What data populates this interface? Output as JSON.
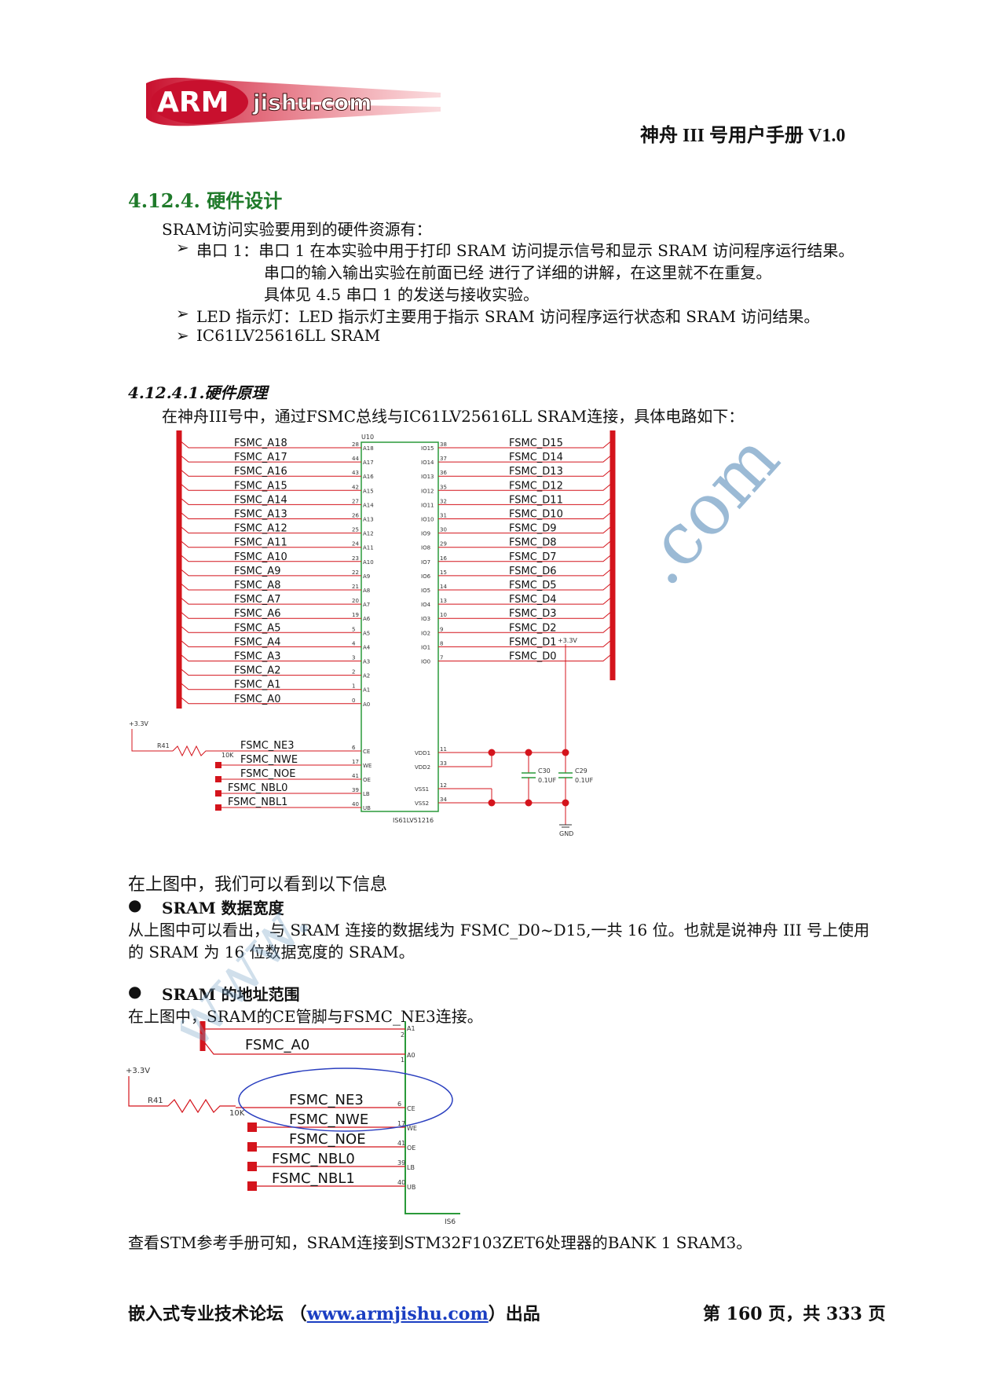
{
  "header": {
    "logo_text": "ARMjishu.com",
    "doc_title": "神舟 III 号用户手册  V1.0"
  },
  "section": {
    "title": "4.12.4. 硬件设计",
    "intro": "SRAM访问实验要用到的硬件资源有：",
    "items": [
      {
        "bullet": "➢",
        "line1": "串口 1：串口 1 在本实验中用于打印 SRAM 访问提示信号和显示 SRAM 访问程序运行结果。",
        "line2": "串口的输入输出实验在前面已经  进行了详细的讲解，在这里就不在重复。",
        "line3": "具体见  4.5  串口 1 的发送与接收实验。"
      },
      {
        "bullet": "➢",
        "line1": "LED 指示灯：LED 指示灯主要用于指示 SRAM 访问程序运行状态和 SRAM 访问结果。"
      },
      {
        "bullet": "➢",
        "line1": "IC61LV25616LL SRAM"
      }
    ]
  },
  "subsection": {
    "title": "4.12.4.1.硬件原理",
    "intro": "在神舟III号中，通过FSMC总线与IC61LV25616LL SRAM连接，具体电路如下："
  },
  "schematic1": {
    "chip_ref": "U10",
    "chip_name": "IS61LV51216",
    "addr_nets": [
      "FSMC_A18",
      "FSMC_A17",
      "FSMC_A16",
      "FSMC_A15",
      "FSMC_A14",
      "FSMC_A13",
      "FSMC_A12",
      "FSMC_A11",
      "FSMC_A10",
      "FSMC_A9",
      "FSMC_A8",
      "FSMC_A7",
      "FSMC_A6",
      "FSMC_A5",
      "FSMC_A4",
      "FSMC_A3",
      "FSMC_A2",
      "FSMC_A1",
      "FSMC_A0"
    ],
    "addr_pins": [
      "A18",
      "A17",
      "A16",
      "A15",
      "A14",
      "A13",
      "A12",
      "A11",
      "A10",
      "A9",
      "A8",
      "A7",
      "A6",
      "A5",
      "A4",
      "A3",
      "A2",
      "A1",
      "A0"
    ],
    "addr_pin_nums": [
      "28",
      "44",
      "43",
      "42",
      "27",
      "26",
      "25",
      "24",
      "23",
      "22",
      "21",
      "20",
      "19",
      "5",
      "4",
      "3",
      "2",
      "1",
      "0"
    ],
    "data_nets": [
      "FSMC_D15",
      "FSMC_D14",
      "FSMC_D13",
      "FSMC_D12",
      "FSMC_D11",
      "FSMC_D10",
      "FSMC_D9",
      "FSMC_D8",
      "FSMC_D7",
      "FSMC_D6",
      "FSMC_D5",
      "FSMC_D4",
      "FSMC_D3",
      "FSMC_D2",
      "FSMC_D1",
      "FSMC_D0"
    ],
    "data_pins": [
      "IO15",
      "IO14",
      "IO13",
      "IO12",
      "IO11",
      "IO10",
      "IO9",
      "IO8",
      "IO7",
      "IO6",
      "IO5",
      "IO4",
      "IO3",
      "IO2",
      "IO1",
      "IO0"
    ],
    "data_pin_nums": [
      "38",
      "37",
      "36",
      "35",
      "32",
      "31",
      "30",
      "29",
      "16",
      "15",
      "14",
      "13",
      "10",
      "9",
      "8",
      "7"
    ],
    "ctrl_nets": [
      "FSMC_NE3",
      "FSMC_NWE",
      "FSMC_NOE",
      "FSMC_NBL0",
      "FSMC_NBL1"
    ],
    "ctrl_pins": [
      "CE",
      "WE",
      "OE",
      "LB",
      "UB"
    ],
    "ctrl_pin_nums": [
      "6",
      "17",
      "41",
      "39",
      "40"
    ],
    "power_pins": [
      "VDD1",
      "VDD2",
      "VSS1",
      "VSS2"
    ],
    "power_pin_nums": [
      "11",
      "33",
      "12",
      "34"
    ],
    "vcc_label": "+3.3V",
    "resistor_ref": "R41",
    "resistor_val": "10K",
    "cap1_ref": "C30",
    "cap1_val": "0.1UF",
    "cap2_ref": "C29",
    "cap2_val": "0.1UF",
    "gnd_label": "GND"
  },
  "info": {
    "lead": "在上图中，我们可以看到以下信息",
    "b1_title": "SRAM 数据宽度",
    "b1_line1": "从上图中可以看出，与 SRAM 连接的数据线为 FSMC_D0~D15,一共 16 位。也就是说神舟 III 号上使用",
    "b1_line2": "的 SRAM 为 16 位数据宽度的 SRAM。",
    "b2_title": "SRAM 的地址范围",
    "b2_line1": "在上图中，SRAM的CE管脚与FSMC_NE3连接。"
  },
  "schematic2": {
    "a0_net": "FSMC_A0",
    "a1_pin": "A1",
    "a0_pin": "A0",
    "vcc_label": "+3.3V",
    "resistor_ref": "R41",
    "resistor_val": "10K",
    "ctrl_nets": [
      "FSMC_NE3",
      "FSMC_NWE",
      "FSMC_NOE",
      "FSMC_NBL0",
      "FSMC_NBL1"
    ],
    "ctrl_pins": [
      "CE",
      "WE",
      "OE",
      "LB",
      "UB"
    ],
    "ctrl_pin_nums": [
      "6",
      "17",
      "41",
      "39",
      "40"
    ],
    "a_pin_nums": [
      "2",
      "1"
    ],
    "chip_partial": "IS6"
  },
  "closing": "查看STM参考手册可知，SRAM连接到STM32F103ZET6处理器的BANK 1 SRAM3。",
  "footer": {
    "left_prefix": "嵌入式专业技术论坛  （",
    "link": "www.armjishu.com",
    "left_suffix": "）出品",
    "right": "第 160 页，共 333 页"
  },
  "watermark": {
    "text1": ".com",
    "text2": "www."
  }
}
